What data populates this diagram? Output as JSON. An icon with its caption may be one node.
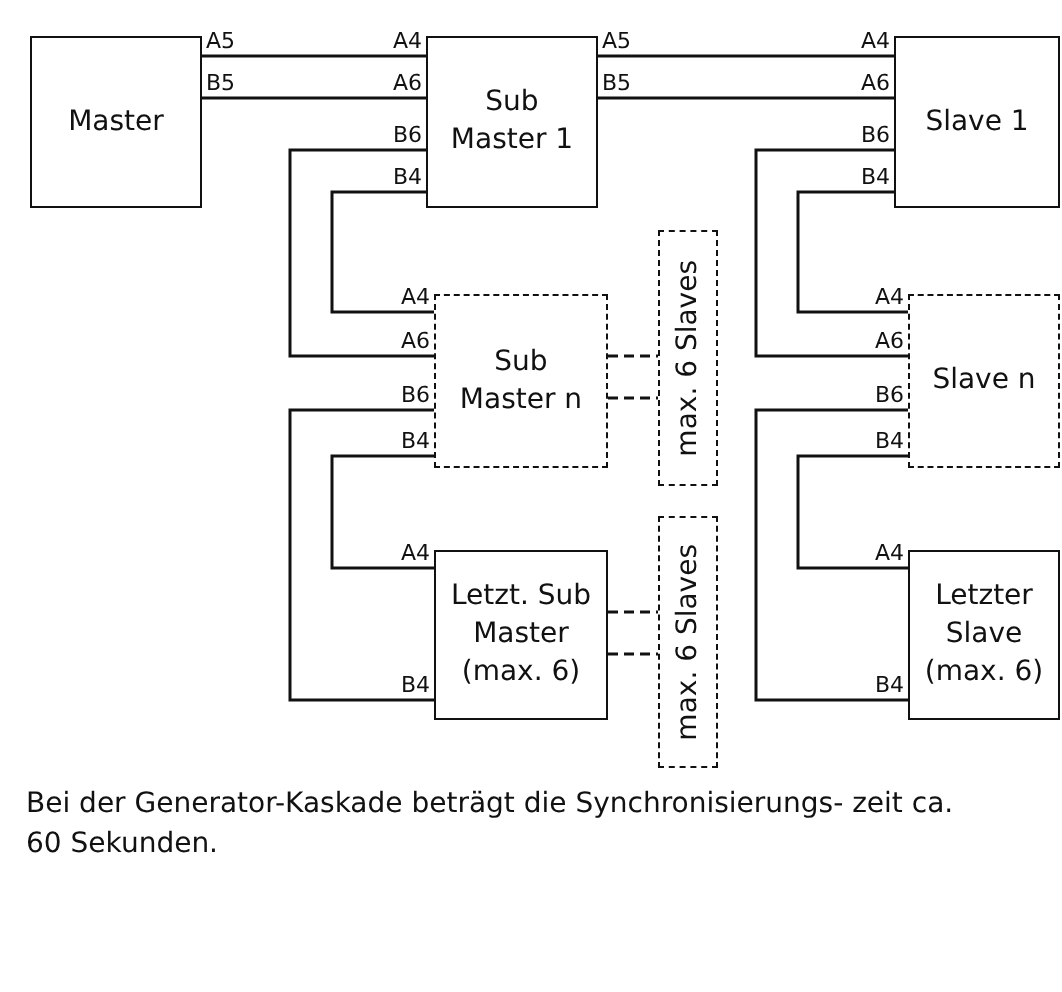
{
  "diagram": {
    "caption": "Bei der Generator-Kaskade beträgt die Synchronisierungs- zeit ca. 60 Sekunden.",
    "nodes": [
      {
        "text": [
          "Master"
        ]
      },
      {
        "text": [
          "Sub Master 1"
        ]
      },
      {
        "text": [
          "Slave 1"
        ]
      },
      {
        "text": [
          "Sub Master n"
        ]
      },
      {
        "text": [
          "max. 6 Slaves"
        ]
      },
      {
        "text": [
          "Slave n"
        ]
      },
      {
        "text": [
          "Letzt. Sub Master (max. 6)"
        ]
      },
      {
        "text": [
          "max. 6 Slaves"
        ]
      },
      {
        "text": [
          "Letzter Slave (max. 6)"
        ]
      }
    ],
    "edges": [
      {
        "from": 0,
        "to": 1,
        "arrow": "none"
      },
      {
        "from": 0,
        "to": 1,
        "arrow": "none"
      },
      {
        "from": 1,
        "to": 2,
        "arrow": "none"
      },
      {
        "from": 1,
        "to": 2,
        "arrow": "none"
      },
      {
        "from": 1,
        "to": 3,
        "arrow": "none"
      },
      {
        "from": 1,
        "to": 3,
        "arrow": "none"
      },
      {
        "from": 2,
        "to": 5,
        "arrow": "none"
      },
      {
        "from": 2,
        "to": 5,
        "arrow": "none"
      },
      {
        "from": 3,
        "to": 4,
        "arrow": "none",
        "style": "dashed"
      },
      {
        "from": 3,
        "to": 4,
        "arrow": "none",
        "style": "dashed"
      },
      {
        "from": 3,
        "to": 6,
        "arrow": "none"
      },
      {
        "from": 3,
        "to": 6,
        "arrow": "none"
      },
      {
        "from": 5,
        "to": 8,
        "arrow": "none"
      },
      {
        "from": 5,
        "to": 8,
        "arrow": "none"
      },
      {
        "from": 6,
        "to": 7,
        "arrow": "none",
        "style": "dashed"
      },
      {
        "from": 6,
        "to": 7,
        "arrow": "none",
        "style": "dashed"
      }
    ],
    "labels": [
      "A5",
      "A4",
      "A5",
      "A4",
      "B5",
      "A6",
      "B5",
      "A6",
      "B6",
      "B6",
      "B4",
      "B4",
      "A4",
      "A4",
      "A6",
      "A6",
      "B6",
      "B6",
      "B4",
      "B4",
      "A4",
      "A4",
      "B4",
      "B4"
    ]
  }
}
